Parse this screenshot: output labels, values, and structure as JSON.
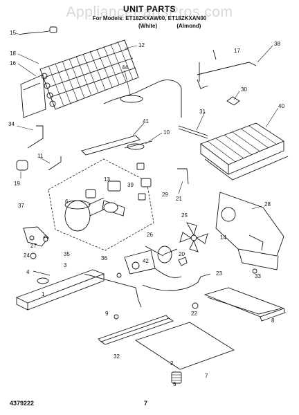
{
  "header": {
    "title": "UNIT PARTS",
    "models": "For Models: ET18ZKXAW00, ET18ZKXAN00",
    "color_white": "(White)",
    "color_almond": "(Almond)"
  },
  "watermark": "AppliancePartsPros.com",
  "footer": {
    "part_code": "4379222",
    "page": "7"
  },
  "callouts": [
    "15",
    "18",
    "16",
    "34",
    "19",
    "21",
    "12",
    "44",
    "38",
    "30",
    "40",
    "31",
    "10",
    "41",
    "17",
    "11",
    "6",
    "13",
    "39",
    "29",
    "37",
    "27",
    "28",
    "25",
    "26",
    "20",
    "42",
    "14",
    "23",
    "35",
    "33",
    "24",
    "36",
    "3",
    "4",
    "2",
    "1",
    "5",
    "8",
    "9",
    "22",
    "7",
    "32"
  ],
  "icons": {
    "compressor": "compressor-icon",
    "condenser": "condenser-coil-icon",
    "evaporator": "evaporator-coil-icon",
    "fan_motor": "fan-motor-icon",
    "fan_blade": "fan-blade-icon",
    "drain_pan": "drain-pan-icon"
  }
}
